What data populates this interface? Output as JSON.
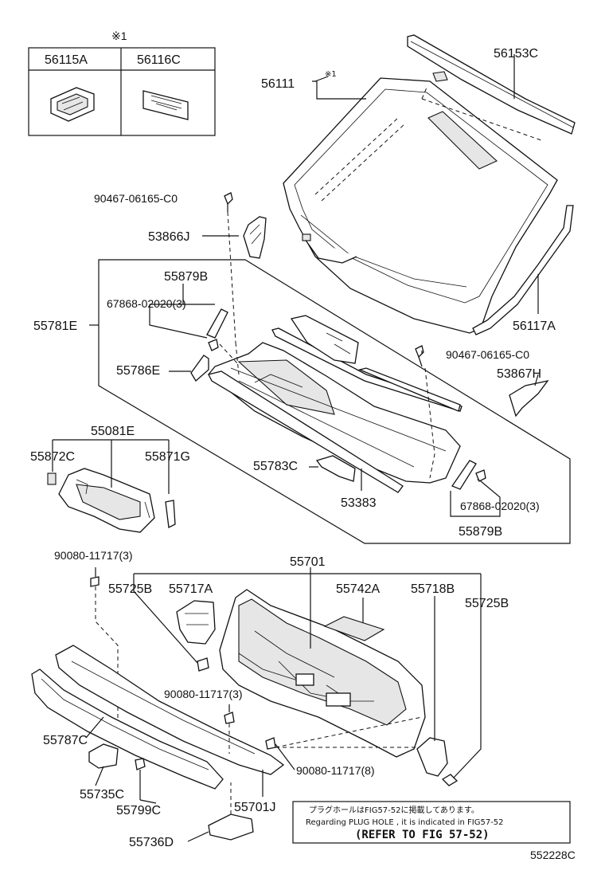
{
  "inset": {
    "marker": "※1",
    "columns": [
      "56115A",
      "56116C"
    ]
  },
  "labels": {
    "p56153C": "56153C",
    "p56111": "56111",
    "p56111_mark": "※1",
    "p90467_top": "90467-06165-C0",
    "p53866J": "53866J",
    "p55879B_top": "55879B",
    "p67868_top": "67868-02020(3)",
    "p55781E": "55781E",
    "p55786E": "55786E",
    "p56117A": "56117A",
    "p90467_right": "90467-06165-C0",
    "p53867H": "53867H",
    "p55081E": "55081E",
    "p55872C": "55872C",
    "p55871G": "55871G",
    "p55783C": "55783C",
    "p53383": "53383",
    "p67868_bot": "67868-02020(3)",
    "p55879B_bot": "55879B",
    "p90080_top": "90080-11717(3)",
    "p55701": "55701",
    "p55725B_left": "55725B",
    "p55717A": "55717A",
    "p55742A": "55742A",
    "p55718B": "55718B",
    "p55725B_right": "55725B",
    "p90080_mid": "90080-11717(3)",
    "p55787C": "55787C",
    "p90080_bot": "90080-11717(8)",
    "p55735C": "55735C",
    "p55799C": "55799C",
    "p55701J": "55701J",
    "p55736D": "55736D"
  },
  "note": {
    "jp": "プラグホールはFIG57-52に掲載してあります。",
    "en": "Regarding PLUG HOLE , it is indicated in FIG57-52",
    "refer": "(REFER TO FIG 57-52)"
  },
  "figure_code": "552228C"
}
